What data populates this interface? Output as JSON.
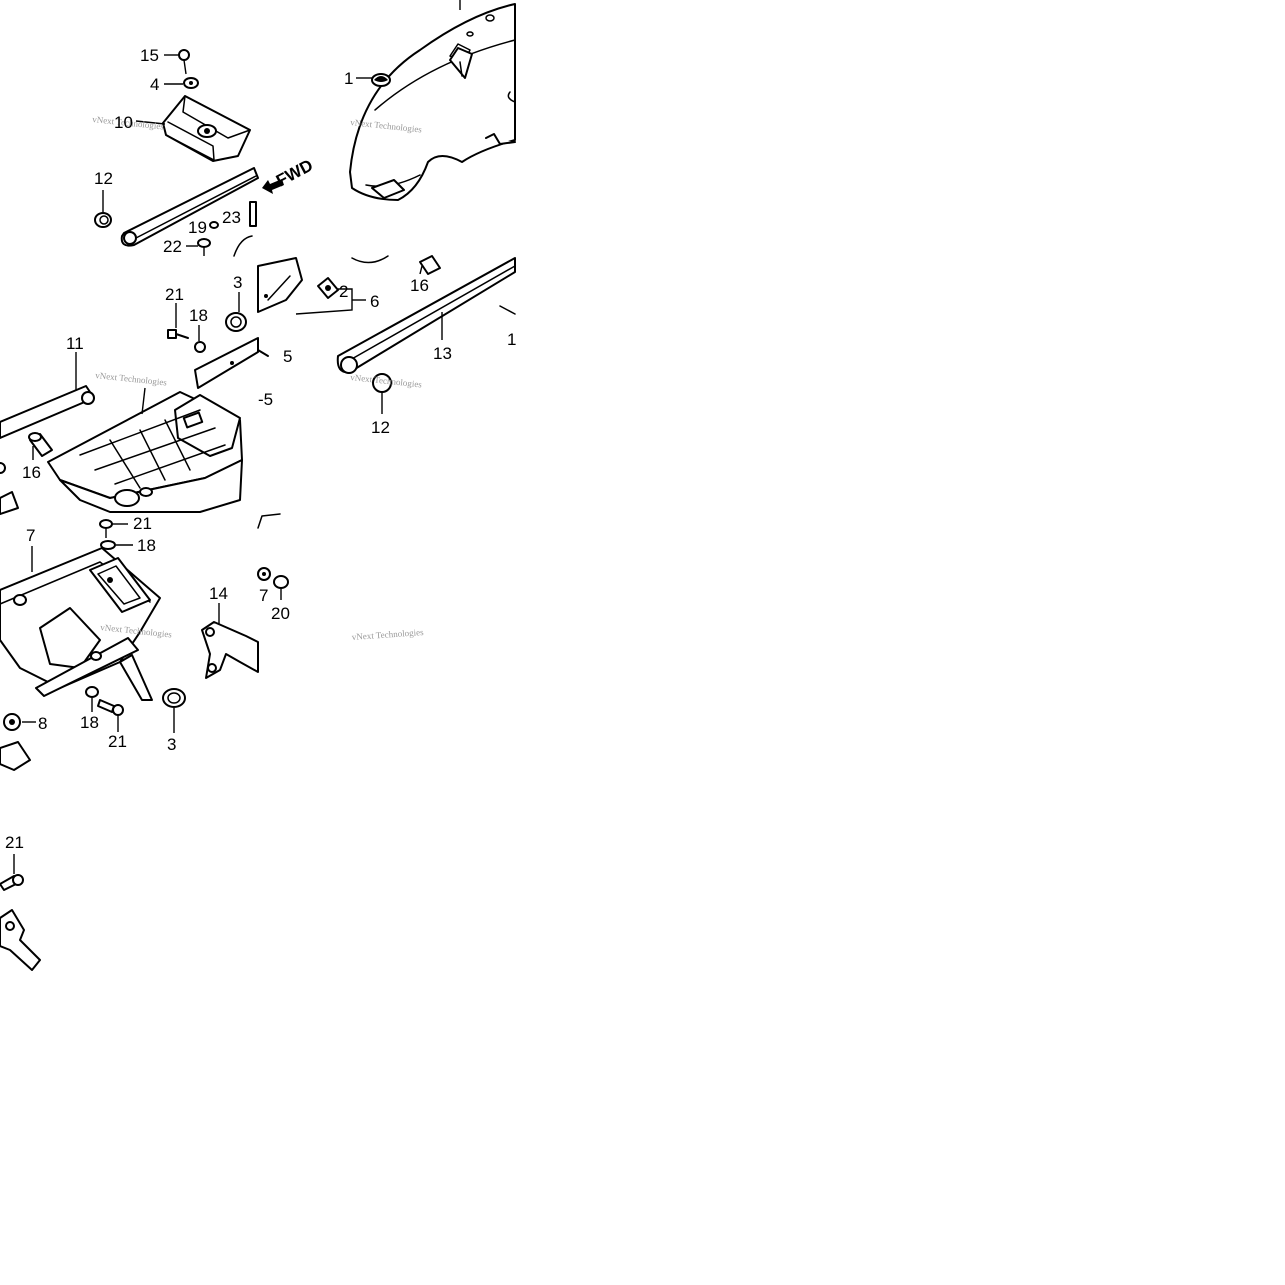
{
  "diagram": {
    "direction_label": "FWD",
    "watermark": "vNext Technologies",
    "callouts": [
      {
        "id": "c15",
        "text": "15"
      },
      {
        "id": "c4",
        "text": "4"
      },
      {
        "id": "c10",
        "text": "10"
      },
      {
        "id": "c12a",
        "text": "12"
      },
      {
        "id": "c19",
        "text": "19"
      },
      {
        "id": "c23",
        "text": "23"
      },
      {
        "id": "c22",
        "text": "22"
      },
      {
        "id": "c1",
        "text": "1"
      },
      {
        "id": "c21a",
        "text": "21"
      },
      {
        "id": "c18a",
        "text": "18"
      },
      {
        "id": "c3a",
        "text": "3"
      },
      {
        "id": "c2",
        "text": "2"
      },
      {
        "id": "c6",
        "text": "6"
      },
      {
        "id": "c16a",
        "text": "16"
      },
      {
        "id": "c11",
        "text": "11"
      },
      {
        "id": "c5a",
        "text": "5"
      },
      {
        "id": "c5b",
        "text": "-5"
      },
      {
        "id": "c13",
        "text": "13"
      },
      {
        "id": "c1b",
        "text": "1"
      },
      {
        "id": "c12b",
        "text": "12"
      },
      {
        "id": "c16b",
        "text": "16"
      },
      {
        "id": "c21b",
        "text": "21"
      },
      {
        "id": "c18b",
        "text": "18"
      },
      {
        "id": "c7a",
        "text": "7"
      },
      {
        "id": "c14",
        "text": "14"
      },
      {
        "id": "c7b",
        "text": "7"
      },
      {
        "id": "c20",
        "text": "20"
      },
      {
        "id": "c8",
        "text": "8"
      },
      {
        "id": "c18c",
        "text": "18"
      },
      {
        "id": "c21c",
        "text": "21"
      },
      {
        "id": "c3b",
        "text": "3"
      },
      {
        "id": "c21d",
        "text": "21"
      }
    ]
  }
}
